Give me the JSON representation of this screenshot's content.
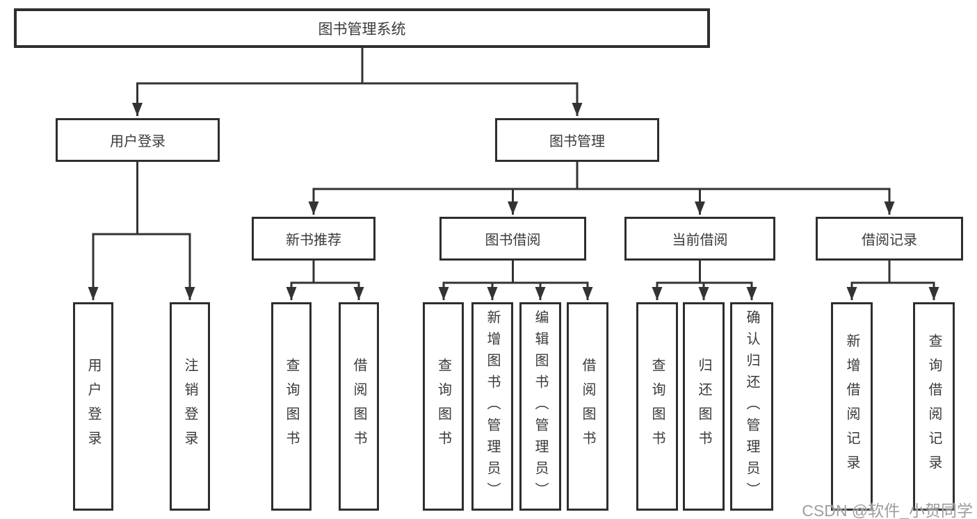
{
  "diagram_title": "图书管理系统",
  "colors": {
    "line": "#333333",
    "box_border": "#2e2e2e",
    "text": "#3a3a3a",
    "watermark": "#989898",
    "background": "#ffffff"
  },
  "nodes": {
    "root": {
      "label": "图书管理系统"
    },
    "level2": {
      "user_login": {
        "label": "用户登录"
      },
      "book_mgmt": {
        "label": "图书管理"
      }
    },
    "level3": {
      "new_book_recommend": {
        "label": "新书推荐"
      },
      "book_borrow": {
        "label": "图书借阅"
      },
      "current_borrow": {
        "label": "当前借阅"
      },
      "borrow_records": {
        "label": "借阅记录"
      }
    },
    "leaves": {
      "user_login": {
        "label": "用户登录"
      },
      "logout": {
        "label": "注销登录"
      },
      "nb_query_books": {
        "label": "查询图书"
      },
      "nb_borrow_books": {
        "label": "借阅图书"
      },
      "bb_query_books": {
        "label": "查询图书"
      },
      "bb_add_books": {
        "label": "新增图书（管理员）"
      },
      "bb_edit_books": {
        "label": "编辑图书（管理员）"
      },
      "bb_borrow_books": {
        "label": "借阅图书"
      },
      "cb_query_books": {
        "label": "查询图书"
      },
      "cb_return_books": {
        "label": "归还图书"
      },
      "cb_confirm_return": {
        "label": "确认归还（管理员）"
      },
      "br_add_record": {
        "label": "新增借阅记录"
      },
      "br_query_record": {
        "label": "查询借阅记录"
      }
    }
  },
  "watermark": {
    "text": "CSDN @软件_小贺同学"
  }
}
